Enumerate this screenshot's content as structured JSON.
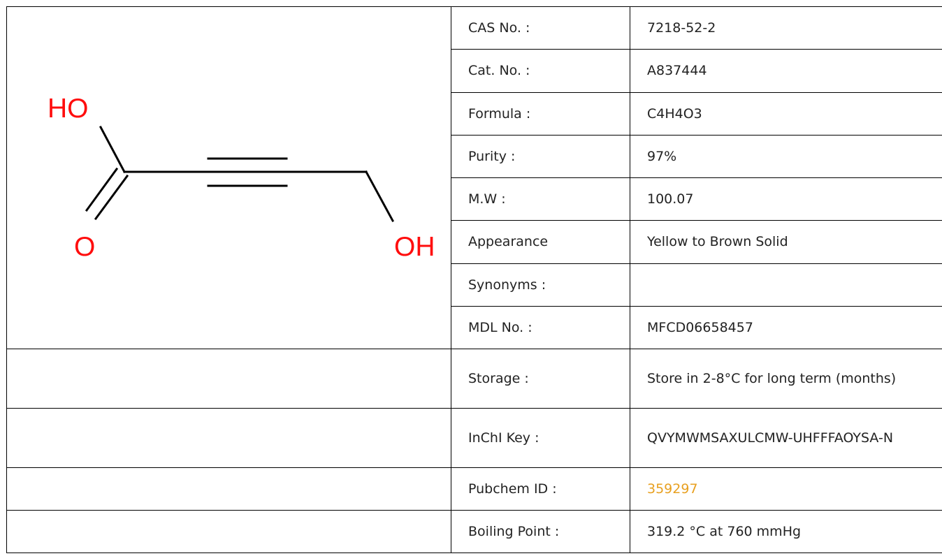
{
  "structure": {
    "atoms": {
      "ho_top": "HO",
      "o_bottom": "O",
      "oh_right": "OH"
    },
    "atom_color": "#ff0d0d"
  },
  "properties": [
    {
      "label": "CAS No. :",
      "value": "7218-52-2"
    },
    {
      "label": "Cat. No. :",
      "value": "A837444"
    },
    {
      "label": "Formula :",
      "value": "C4H4O3"
    },
    {
      "label": "Purity :",
      "value": "97%"
    },
    {
      "label": "M.W :",
      "value": "100.07"
    },
    {
      "label": "Appearance",
      "value": "Yellow to Brown Solid"
    },
    {
      "label": "Synonyms :",
      "value": ""
    },
    {
      "label": "MDL No. :",
      "value": "MFCD06658457"
    },
    {
      "label": "Storage :",
      "value": "Store in 2-8°C for long term (months)"
    },
    {
      "label": "InChI Key :",
      "value": "QVYMWMSAXULCMW-UHFFFAOYSA-N"
    },
    {
      "label": "Pubchem ID :",
      "value": "359297",
      "is_link": true,
      "link_color": "#e8a020"
    },
    {
      "label": "Boiling Point :",
      "value": "319.2 °C at 760 mmHg"
    }
  ]
}
